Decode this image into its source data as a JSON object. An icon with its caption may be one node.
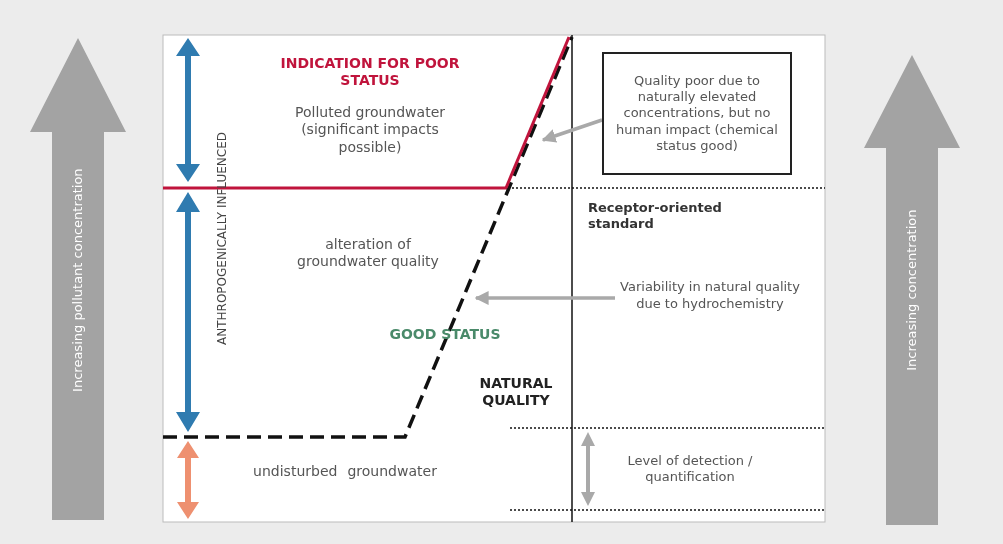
{
  "diagram": {
    "nodes": [
      {
        "text": [
          "Quality poor due to naturally elevated concentrations, but no human impact (chemical status good)"
        ]
      },
      {
        "text": [
          "Variability in natural quality due to hydrochemistry"
        ]
      }
    ],
    "edges": [
      {
        "from": 0,
        "to": null,
        "arrow": "to"
      },
      {
        "from": 1,
        "to": null,
        "arrow": "to"
      }
    ],
    "labels": [
      "Increasing pollutant concentration",
      "INDICATION FOR POOR STATUS",
      "Polluted groundwater (significant impacts possible)",
      "ANTHROPOGENICALLY INFLUENCED",
      "alteration of groundwater quality",
      "Receptor-oriented standard",
      "GOOD STATUS",
      "NATURAL QUALITY",
      "undisturbed groundwater",
      "Level of detection / quantification",
      "Increasing concentration"
    ]
  }
}
